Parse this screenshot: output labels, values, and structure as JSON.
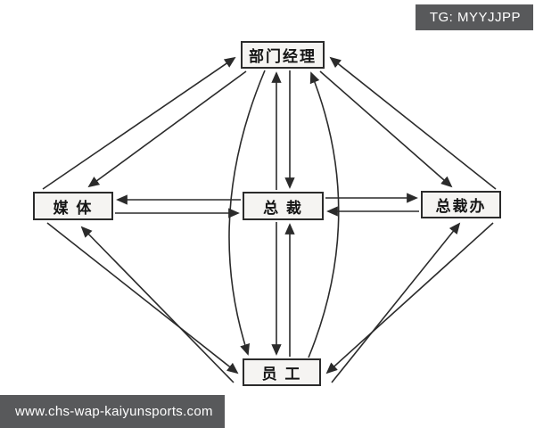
{
  "badge": {
    "text": "TG: MYYJJPP",
    "bg_color": "#58595b",
    "text_color": "#ffffff"
  },
  "watermark": {
    "text": "www.chs-wap-kaiyunsports.com",
    "bg_color": "#58595b",
    "text_color": "#ffffff"
  },
  "diagram": {
    "type": "communication-network",
    "line_color": "#2b2b2b",
    "node_fill": "#f5f4f2",
    "nodes": {
      "manager": {
        "label": "部门经理"
      },
      "media": {
        "label": "媒 体"
      },
      "president": {
        "label": "总 裁"
      },
      "office": {
        "label": "总裁办"
      },
      "staff": {
        "label": "员 工"
      }
    },
    "edges": [
      {
        "from": "部门经理",
        "to": "媒体",
        "bidirectional": true,
        "style": "straight-pair"
      },
      {
        "from": "部门经理",
        "to": "总裁办",
        "bidirectional": true,
        "style": "straight-pair"
      },
      {
        "from": "部门经理",
        "to": "总裁",
        "bidirectional": true,
        "style": "straight-pair"
      },
      {
        "from": "部门经理",
        "to": "员工",
        "bidirectional": true,
        "style": "curved-pair-around-center"
      },
      {
        "from": "媒体",
        "to": "总裁",
        "bidirectional": true,
        "style": "straight-pair"
      },
      {
        "from": "总裁",
        "to": "总裁办",
        "bidirectional": true,
        "style": "straight-pair"
      },
      {
        "from": "总裁",
        "to": "员工",
        "bidirectional": true,
        "style": "straight-pair"
      },
      {
        "from": "媒体",
        "to": "员工",
        "bidirectional": true,
        "style": "straight-pair"
      },
      {
        "from": "总裁办",
        "to": "员工",
        "bidirectional": true,
        "style": "straight-pair"
      }
    ]
  }
}
